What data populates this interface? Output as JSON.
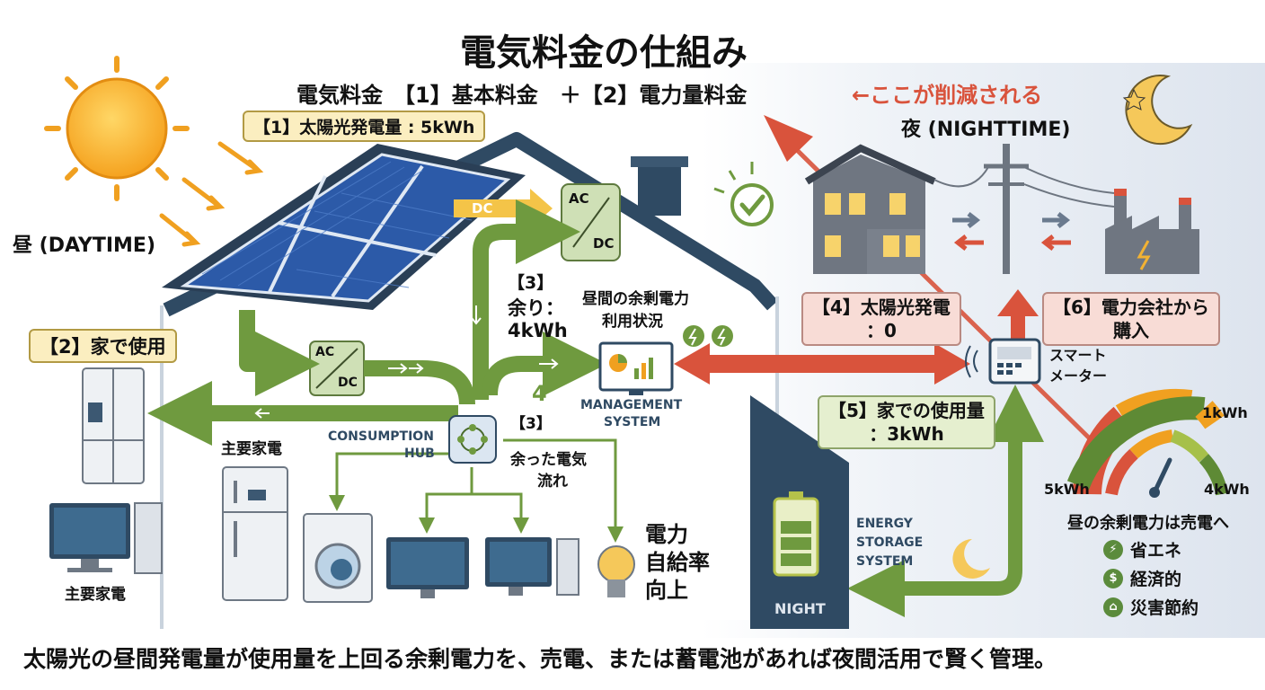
{
  "title": "電気料金の仕組み",
  "formula": "電気料金　【1】基本料金　＋【2】電力量料金",
  "reduced_note": "←ここが削減される",
  "night_label": "夜 (NIGHTTIME)",
  "day_label": "昼 (DAYTIME)",
  "box1_solar": "【1】太陽光発電量 : 5kWh",
  "box2_home": "【2】家で使用",
  "dc_label": "DC",
  "acdc_top": "AC",
  "acdc_bottom": "DC",
  "surplus": {
    "line1": "【3】",
    "line2": "余り：",
    "line3": "4kWh"
  },
  "surplus_number": "4",
  "daytime_surplus_status": {
    "line1": "昼間の余剰電力",
    "line2": "利用状況"
  },
  "management": {
    "line1": "MANAGEMENT",
    "line2": "SYSTEM"
  },
  "consumption_hub": {
    "line1": "CONSUMPTION",
    "line2": "HUB"
  },
  "flow3": {
    "line1": "【3】",
    "line2": "余った電気",
    "line3": "流れ"
  },
  "main_appliances": "主要家電",
  "main_appliances_2": "主要家電",
  "self_sufficiency": {
    "line1": "電力",
    "line2": "自給率",
    "line3": "向上"
  },
  "box4": {
    "line1": "【4】太陽光発電",
    "line2": "：0"
  },
  "box5": {
    "line1": "【5】家での使用量",
    "line2": "：3kWh"
  },
  "box6": {
    "line1": "【6】電力会社から",
    "line2": "購入"
  },
  "smart_meter": {
    "line1": "スマート",
    "line2": "メーター"
  },
  "energy_storage": {
    "line1": "ENERGY",
    "line2": "STORAGE",
    "line3": "SYSTEM"
  },
  "night_badge": "NIGHT",
  "gauge": {
    "label_1kwh": "1kWh",
    "label_5kwh": "5kWh",
    "label_4kwh": "4kWh",
    "caption": "昼の余剰電力は売電へ"
  },
  "legend": [
    {
      "icon": "⚡",
      "label": "省エネ"
    },
    {
      "icon": "$",
      "label": "経済的"
    },
    {
      "icon": "⌂",
      "label": "災害節約"
    }
  ],
  "footer": "太陽光の昼間発電量が使用量を上回る余剰電力を、売電、または蓄電池があれば夜間活用で賢く管理。",
  "colors": {
    "green_arrow": "#6f9a3f",
    "red_arrow": "#d9533c",
    "house_roof": "#2f4a63",
    "accent_yellow": "#f2b233"
  }
}
